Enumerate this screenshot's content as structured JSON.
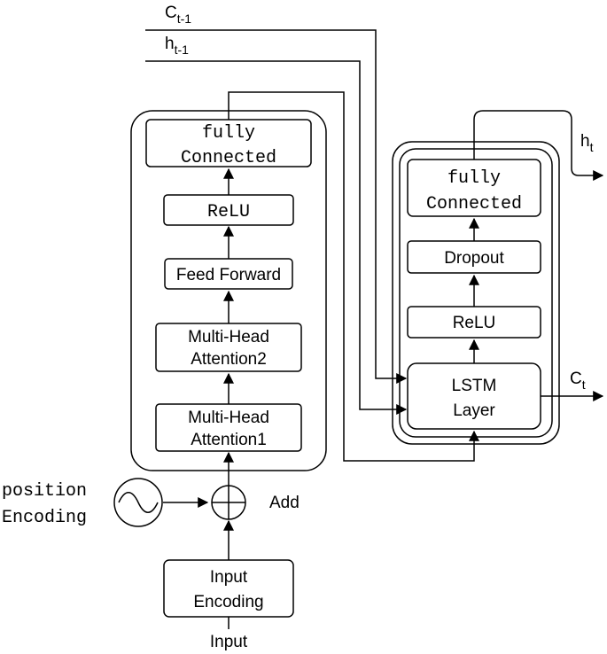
{
  "encoder": {
    "fully_connected_line1": "fully",
    "fully_connected_line2": "Connected",
    "relu": "ReLU",
    "feed_forward": "Feed Forward",
    "mha2_line1": "Multi-Head",
    "mha2_line2": "Attention2",
    "mha1_line1": "Multi-Head",
    "mha1_line2": "Attention1"
  },
  "decoder": {
    "fully_connected_line1": "fully",
    "fully_connected_line2": "Connected",
    "dropout": "Dropout",
    "relu": "ReLU",
    "lstm_line1": "LSTM",
    "lstm_line2": "Layer"
  },
  "input_block": {
    "encoding_line1": "Input",
    "encoding_line2": "Encoding",
    "input_label": "Input"
  },
  "position_encoding": {
    "line1": "position",
    "line2": "Encoding"
  },
  "add_label": "Add",
  "states": {
    "c_prev": "C",
    "c_prev_sub": "t-1",
    "h_prev": "h",
    "h_prev_sub": "t-1",
    "h_out": "h",
    "h_out_sub": "t",
    "c_out": "C",
    "c_out_sub": "t"
  }
}
